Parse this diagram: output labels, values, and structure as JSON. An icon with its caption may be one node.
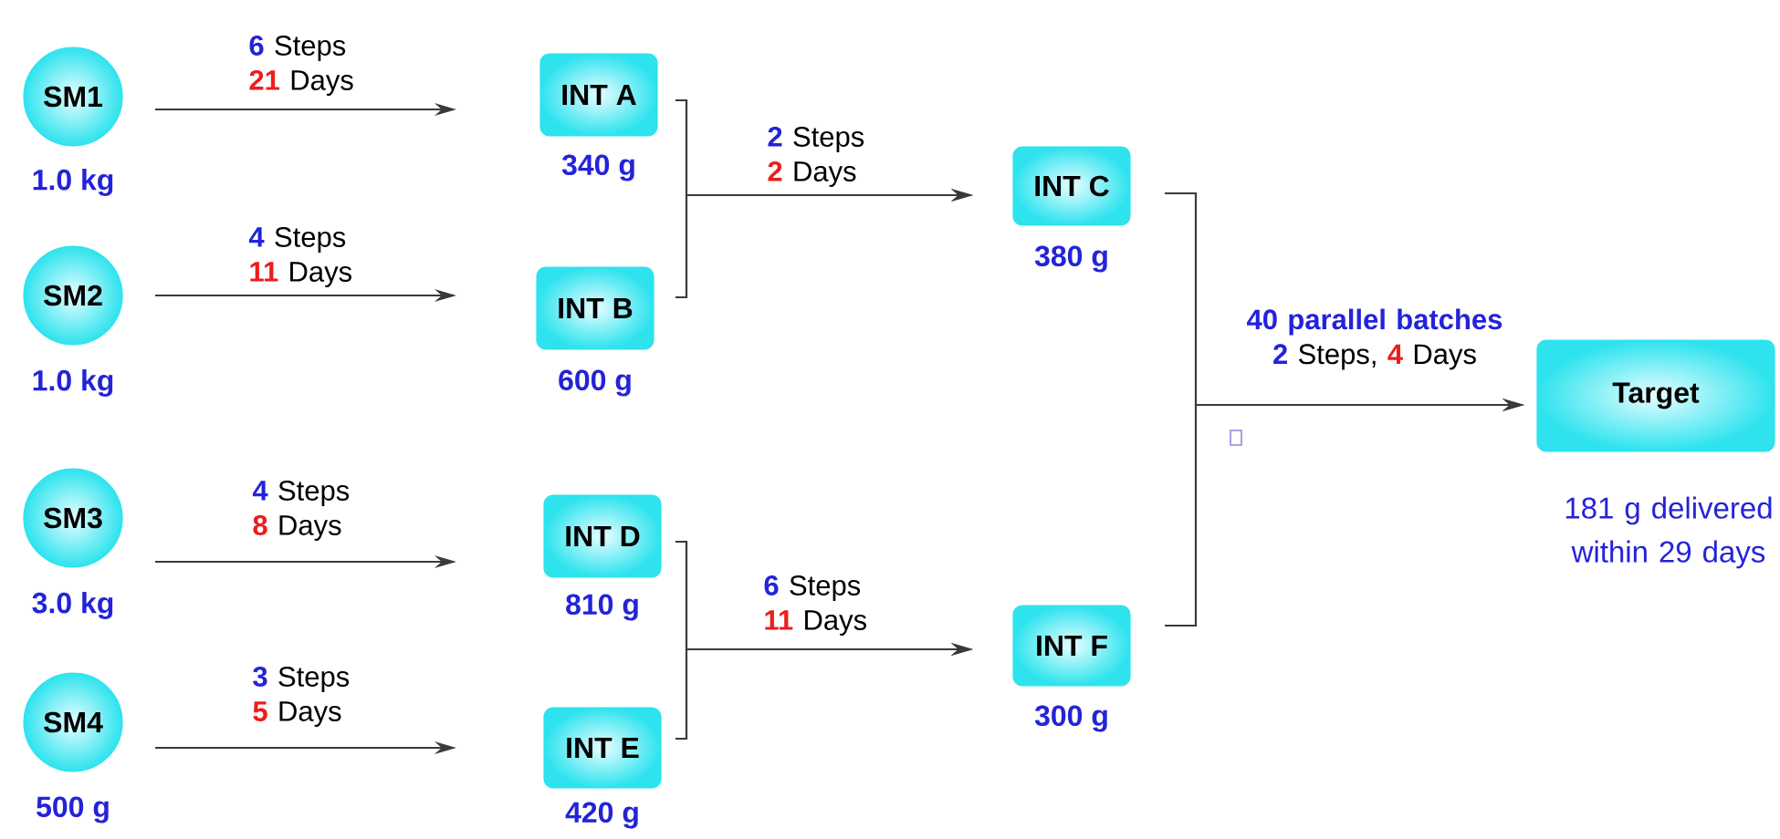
{
  "diagram": {
    "nodes": [
      {
        "text": [
          "SM1"
        ],
        "beside": [
          "1.0 kg"
        ]
      },
      {
        "text": [
          "SM2"
        ],
        "beside": [
          "1.0 kg"
        ]
      },
      {
        "text": [
          "SM3"
        ],
        "beside": [
          "3.0 kg"
        ]
      },
      {
        "text": [
          "SM4"
        ],
        "beside": [
          "500 g"
        ]
      },
      {
        "text": [
          "INT A"
        ],
        "beside": [
          "340 g"
        ]
      },
      {
        "text": [
          "INT B"
        ],
        "beside": [
          "600 g"
        ]
      },
      {
        "text": [
          "INT D"
        ],
        "beside": [
          "810 g"
        ]
      },
      {
        "text": [
          "INT E"
        ],
        "beside": [
          "420 g"
        ]
      },
      {
        "text": [
          "INT C"
        ],
        "beside": [
          "380 g"
        ]
      },
      {
        "text": [
          "INT F"
        ],
        "beside": [
          "300 g"
        ]
      },
      {
        "text": [
          "Target"
        ],
        "beside": [
          "181 g delivered within 29 days"
        ]
      }
    ],
    "edges": [
      {
        "from": 0,
        "to": 4,
        "arrow": "to",
        "label": "**6** Steps **21** Days"
      },
      {
        "from": 1,
        "to": 5,
        "arrow": "to",
        "label": "**4** Steps **11** Days"
      },
      {
        "from": 2,
        "to": 6,
        "arrow": "to",
        "label": "**4** Steps **8** Days"
      },
      {
        "from": 3,
        "to": 7,
        "arrow": "to",
        "label": "**3** Steps **5** Days"
      },
      {
        "from": 4,
        "to": 8,
        "arrow": "to",
        "label": "**2** Steps **2** Days"
      },
      {
        "from": 5,
        "to": 8,
        "arrow": "to"
      },
      {
        "from": 6,
        "to": 9,
        "arrow": "to",
        "label": "**6** Steps **11** Days"
      },
      {
        "from": 7,
        "to": 9,
        "arrow": "to"
      },
      {
        "from": 8,
        "to": 10,
        "arrow": "to",
        "label": "**40 parallel batches** **2** Steps, **4** Days"
      },
      {
        "from": 9,
        "to": 10,
        "arrow": "to"
      }
    ]
  }
}
